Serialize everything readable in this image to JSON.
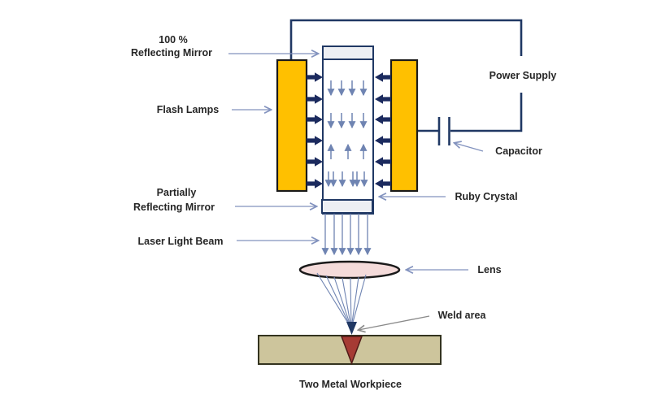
{
  "diagram": {
    "labels": {
      "mirror_100_line1": "100 %",
      "mirror_100_line2": "Reflecting Mirror",
      "flash_lamps": "Flash Lamps",
      "partial_mirror_line1": "Partially",
      "partial_mirror_line2": "Reflecting Mirror",
      "laser_light_beam": "Laser Light Beam",
      "power_supply": "Power Supply",
      "capacitor": "Capacitor",
      "ruby_crystal": "Ruby Crystal",
      "lens": "Lens",
      "weld_area": "Weld area",
      "workpiece": "Two Metal Workpiece"
    },
    "colors": {
      "flash_lamp": "#FFC000",
      "wire": "#203864",
      "pump_arrow": "#1B2A5E",
      "photon_arrow": "#6F84B2",
      "mirror_fill": "#EDEFF3",
      "crystal_fill": "#FFFFFF",
      "lens_fill": "#F4DBDA",
      "workpiece_fill": "#CDC59C",
      "weld_fill": "#A63B34",
      "pointer": "#8292BE",
      "weld_pointer": "#8A8A8A",
      "text": "#262626"
    }
  }
}
